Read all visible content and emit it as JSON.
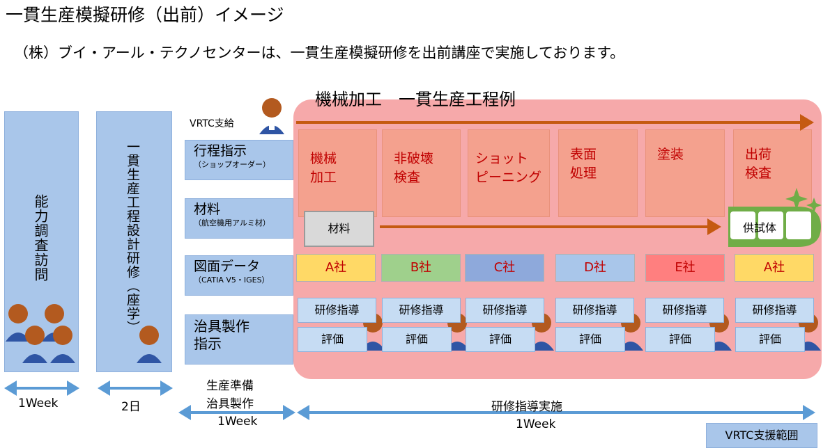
{
  "title": "一貫生産模擬研修（出前）イメージ",
  "subtitle": "（株）ブイ・アール・テクノセンターは、一貫生産模擬研修を出前講座で実施しております。",
  "left_columns": [
    {
      "label": "能力調査訪問",
      "duration": "1Week"
    },
    {
      "label": "一貫生産工程設計研修（座学）",
      "duration": "2日"
    }
  ],
  "vrtc_supply": "VRTC支給",
  "supply_items": [
    {
      "main": "行程指示",
      "sub": "（ショップオーダー）"
    },
    {
      "main": "材料",
      "sub": "（航空機用アルミ材）"
    },
    {
      "main": "図面データ",
      "sub": "（CATIA V5・IGES）"
    },
    {
      "main": "治具製作指示",
      "sub": ""
    }
  ],
  "panel": {
    "title": "機械加工　一貫生産工程例",
    "steps": [
      {
        "line1": "機械",
        "line2": "加工"
      },
      {
        "line1": "非破壊",
        "line2": "検査"
      },
      {
        "line1": "ショット",
        "line2": "ピーニング"
      },
      {
        "line1": "表面",
        "line2": "処理"
      },
      {
        "line1": "塗装",
        "line2": ""
      },
      {
        "line1": "出荷",
        "line2": "検査"
      }
    ],
    "material_label": "材料",
    "specimen_label": "供試体",
    "companies": [
      {
        "name": "A社",
        "color": "#ffd966"
      },
      {
        "name": "B社",
        "color": "#9fd08c"
      },
      {
        "name": "C社",
        "color": "#8ea9db"
      },
      {
        "name": "D社",
        "color": "#a9c6ea"
      },
      {
        "name": "E社",
        "color": "#ff7f7f"
      },
      {
        "name": "A社",
        "color": "#ffd966"
      }
    ],
    "guidance_label": "研修指導",
    "evaluation_label": "評価"
  },
  "bottom": {
    "prep_line1": "生産準備",
    "prep_line2": "治具製作",
    "prep_duration": "1Week",
    "training_label": "研修指導実施",
    "training_duration": "1Week",
    "scope_label": "VRTC支援範囲"
  },
  "colors": {
    "arrow_blue": "#5b9bd5",
    "arrow_brown": "#c55a11",
    "panel_pink": "#f6a9aa",
    "step_text": "#c00000",
    "specimen_green": "#70ad47"
  }
}
